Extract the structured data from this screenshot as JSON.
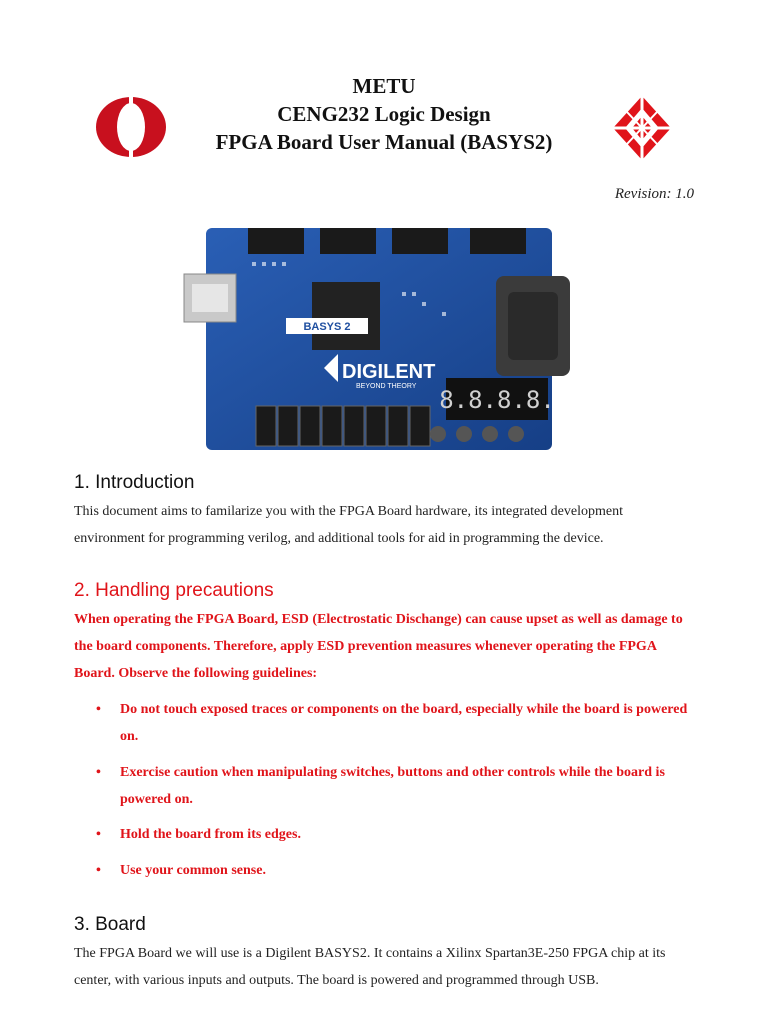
{
  "header": {
    "line1": "METU",
    "line2": "CENG232 Logic Design",
    "line3": "FPGA Board User Manual (BASYS2)",
    "revision": "Revision: 1.0"
  },
  "board_image": {
    "brand": "DIGILENT",
    "tagline": "BEYOND THEORY",
    "model": "BASYS 2",
    "display": "8.8.8.8."
  },
  "section1": {
    "heading": "1. Introduction",
    "body": "This document aims to familarize you with the FPGA Board hardware, its integrated development environment for programming verilog, and additional tools for aid in programming the device."
  },
  "section2": {
    "heading": "2. Handling precautions",
    "body": "When operating the FPGA Board, ESD (Electrostatic Dischange) can cause upset as well as damage to the board components. Therefore, apply ESD prevention measures whenever operating the FPGA Board. Observe the following guidelines:",
    "bullets": [
      "Do not touch exposed traces or components on the board, especially while the board is powered on.",
      "Exercise caution when manipulating switches, buttons and other controls while the board is powered on.",
      "Hold the board from its edges.",
      "Use your common sense."
    ]
  },
  "section3": {
    "heading": "3. Board",
    "body": "The FPGA Board we will use is a Digilent BASYS2. It contains a Xilinx Spartan3E-250 FPGA chip at its center, with various inputs and outputs. The board is powered and programmed through USB."
  },
  "colors": {
    "accent_red": "#e0141a",
    "board_blue": "#1f4fa0"
  }
}
